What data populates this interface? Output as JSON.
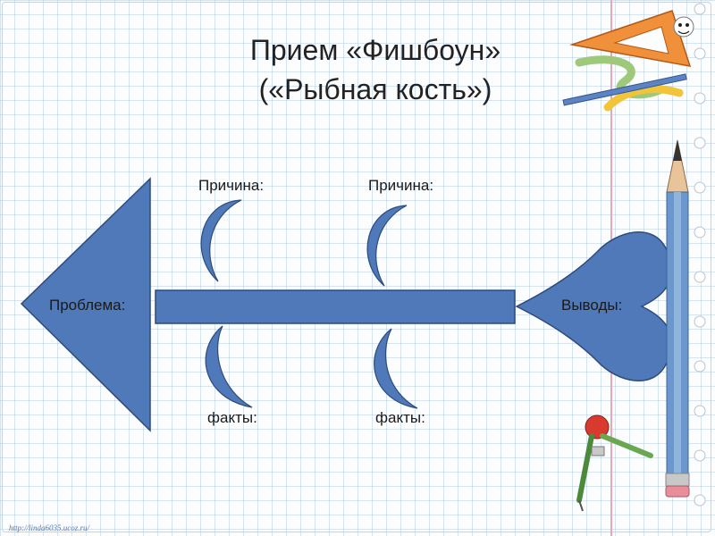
{
  "title": {
    "line1": "Прием «Фишбоун»",
    "line2": "(«Рыбная кость»)"
  },
  "labels": {
    "problem": "Проблема:",
    "conclusions": "Выводы:",
    "cause_left": "Причина:",
    "cause_right": "Причина:",
    "facts_left": "факты:",
    "facts_right": "факты:"
  },
  "footer_url": "http://linda6035.ucoz.ru/",
  "colors": {
    "shape_fill": "#4f79b9",
    "shape_stroke": "#2e4a7a"
  },
  "icons": [
    "triangle-ruler-icon",
    "pencil-icon",
    "compass-icon"
  ]
}
